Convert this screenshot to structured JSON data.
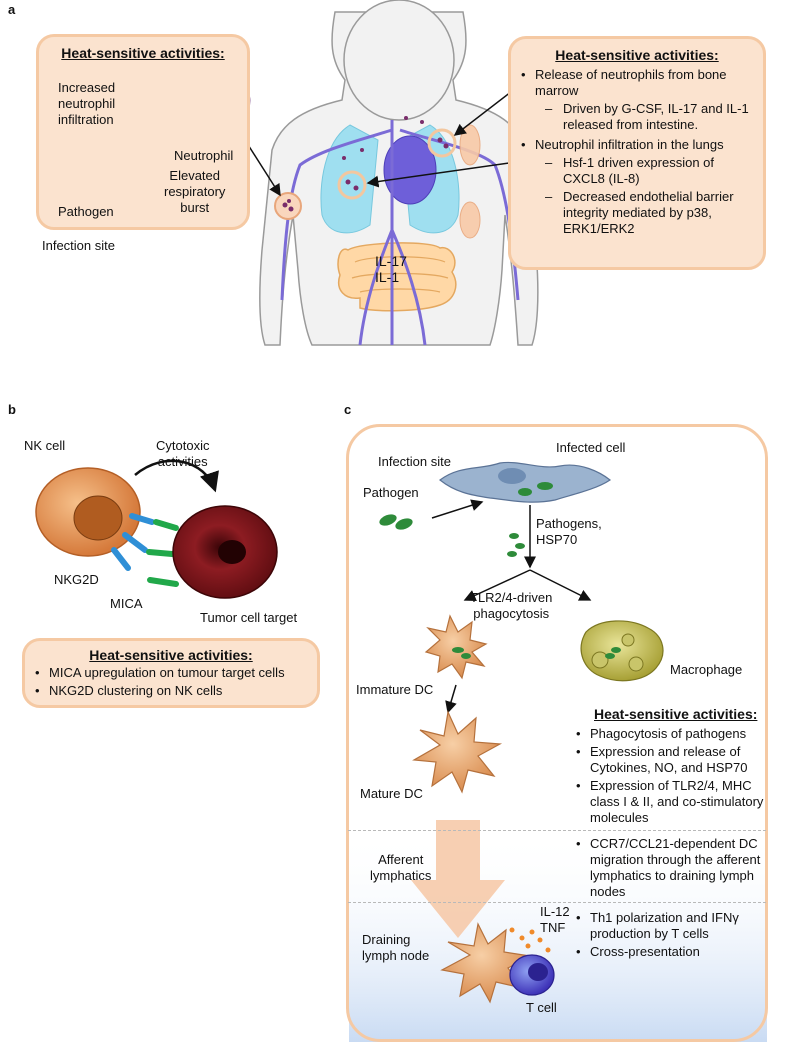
{
  "panel_a": {
    "letter": "a",
    "left_box": {
      "title": "Heat-sensitive activities:",
      "increased_infiltration": "Increased\nneutrophil\ninfiltration",
      "neutrophil": "Neutrophil",
      "elevated_burst": "Elevated\nrespiratory\nburst",
      "pathogen": "Pathogen"
    },
    "infection_site": "Infection site",
    "body_label": "IL-17\nIL-1",
    "right_box": {
      "title": "Heat-sensitive activities:",
      "items": [
        {
          "text": "Release of neutrophils from bone marrow",
          "sub": [
            "Driven by G-CSF, IL-17 and IL-1 released from intestine."
          ]
        },
        {
          "text": "Neutrophil infiltration in the lungs",
          "sub": [
            "Hsf-1 driven expression of CXCL8 (IL-8)",
            "Decreased endothelial barrier integrity mediated by p38, ERK1/ERK2"
          ]
        }
      ]
    }
  },
  "panel_b": {
    "letter": "b",
    "nk_cell": "NK cell",
    "cytotoxic": "Cytotoxic\nactivities",
    "nkg2d": "NKG2D",
    "mica": "MICA",
    "tumor": "Tumor cell target",
    "box": {
      "title": "Heat-sensitive activities:",
      "items": [
        "MICA upregulation on tumour target cells",
        "NKG2D clustering on NK cells"
      ]
    }
  },
  "panel_c": {
    "letter": "c",
    "infected_cell": "Infected cell",
    "infection_site": "Infection site",
    "pathogen": "Pathogen",
    "pathogens_hsp": "Pathogens,\nHSP70",
    "tlr": "TLR2/4-driven\nphagocytosis",
    "macrophage": "Macrophage",
    "immature_dc": "Immature DC",
    "mature_dc": "Mature DC",
    "heat_title": "Heat-sensitive activities:",
    "heat_items": [
      "Phagocytosis of pathogens",
      "Expression and release of Cytokines, NO, and HSP70",
      "Expression of TLR2/4, MHC class I & II, and co-stimulatory molecules"
    ],
    "afferent": "Afferent\nlymphatics",
    "afferent_items": [
      "CCR7/CCL21-dependent DC migration through the afferent lymphatics to draining lymph nodes"
    ],
    "draining": "Draining\nlymph node",
    "cytokines": "IL-12\nTNF",
    "tcell": "T cell",
    "lymph_items": [
      "Th1 polarization and IFNγ production by T cells",
      "Cross-presentation"
    ]
  },
  "colors": {
    "box_fill": "#fbe3cf",
    "box_border": "#f5c9a3",
    "vessel": "#7b6bd6",
    "pathogen": "#2e8b3a",
    "dc": "#e8a66b"
  }
}
